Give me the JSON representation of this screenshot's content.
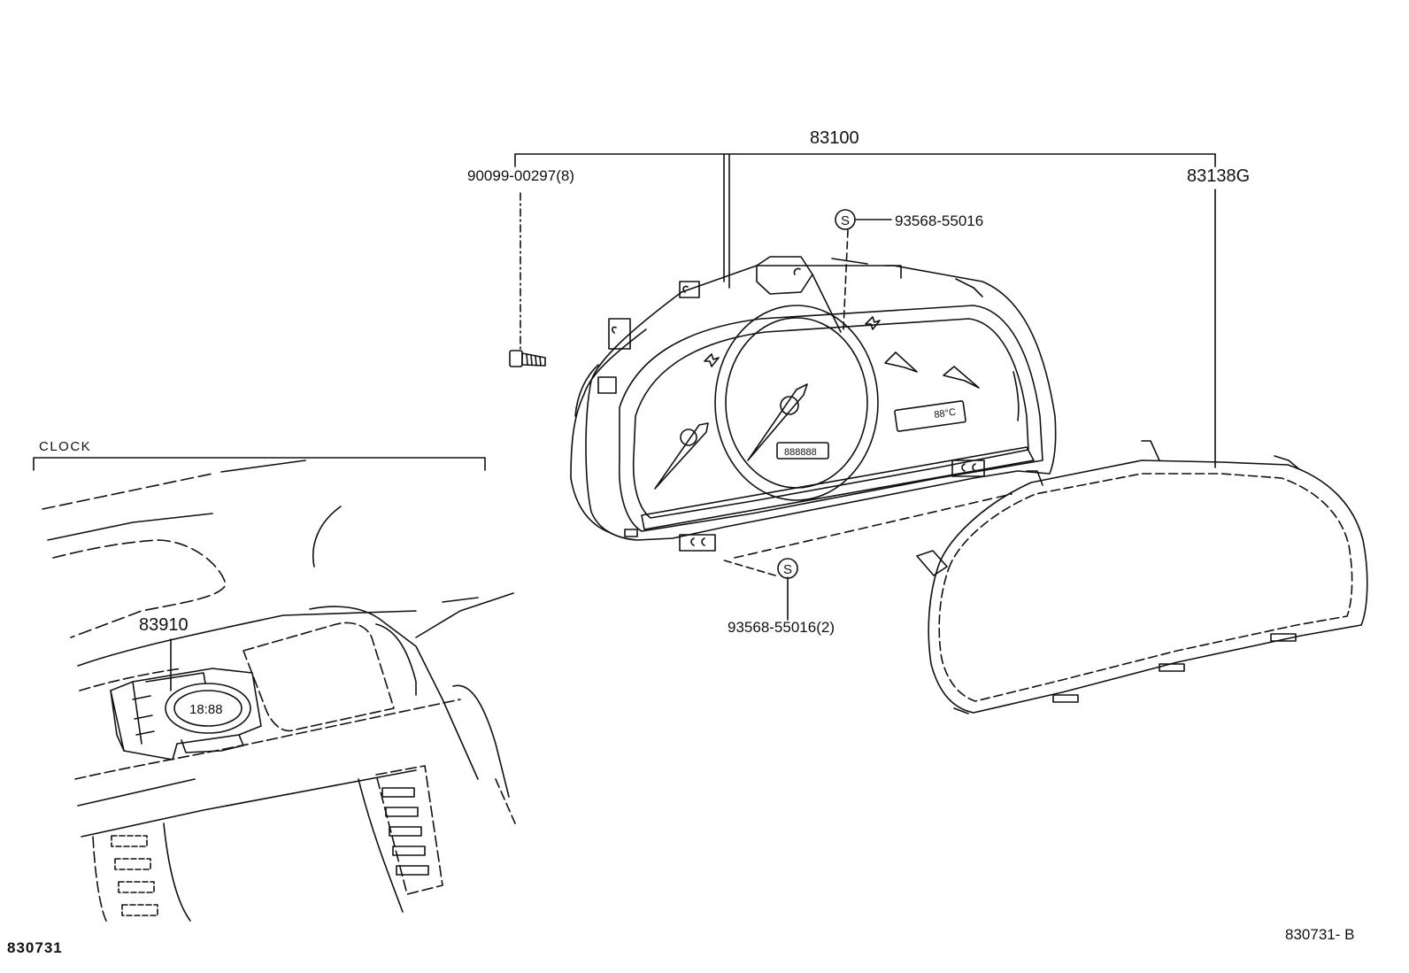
{
  "labels": {
    "assembly": "83100",
    "screw": "90099-00297(8)",
    "glass": "83138G",
    "bulb_top": "93568-55016",
    "bulb_bottom": "93568-55016(2)",
    "clock_section": "CLOCK",
    "clock_part": "83910",
    "marker": "S",
    "figure_code_left": "830731",
    "figure_code_right": "830731- B"
  },
  "display": {
    "clock_time": "18:88",
    "odometer": "888888",
    "temperature": "88°C"
  }
}
